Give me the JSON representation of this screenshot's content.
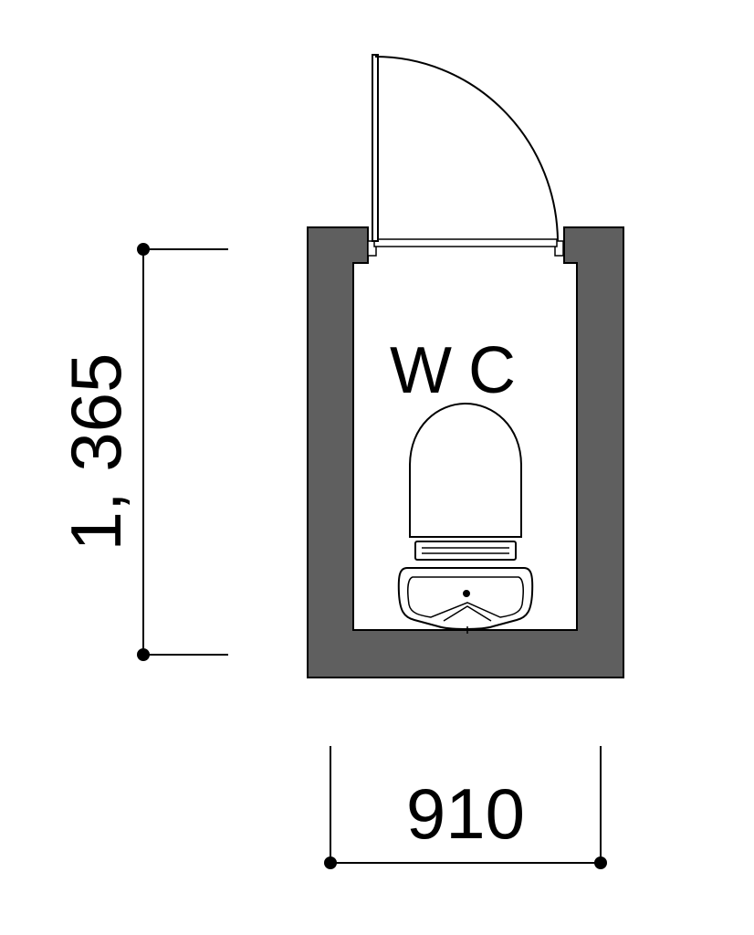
{
  "colors": {
    "wall": "#5f5f5f",
    "line": "#000000",
    "background": "#ffffff"
  },
  "room": {
    "label": "WC"
  },
  "dimensions": {
    "depth": "1, 365",
    "width": "910"
  },
  "icons": [
    "door-swing-icon",
    "toilet-icon"
  ]
}
